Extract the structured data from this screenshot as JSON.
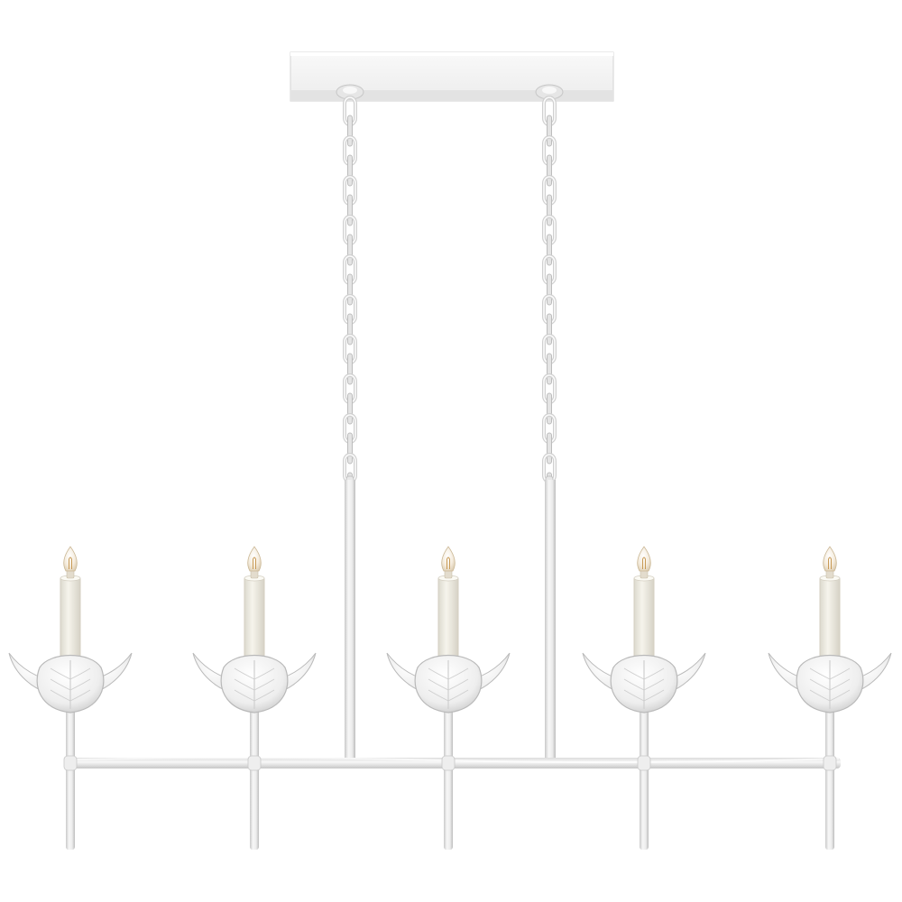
{
  "product": {
    "kind": "linear chandelier",
    "finish": "white plaster",
    "light_count": 5,
    "chain_count": 2,
    "colors": {
      "background": "#ffffff",
      "plaster": "#f4f4f4",
      "plaster_shadow": "#cfcfcf",
      "plaster_edge": "#b9b9b9",
      "candle_sleeve": "#f1efe6",
      "bulb": "#f8f1e4",
      "filament": "#c89a55"
    },
    "arms": [
      {
        "id": "arm-1"
      },
      {
        "id": "arm-2"
      },
      {
        "id": "arm-3"
      },
      {
        "id": "arm-4"
      },
      {
        "id": "arm-5"
      }
    ]
  }
}
